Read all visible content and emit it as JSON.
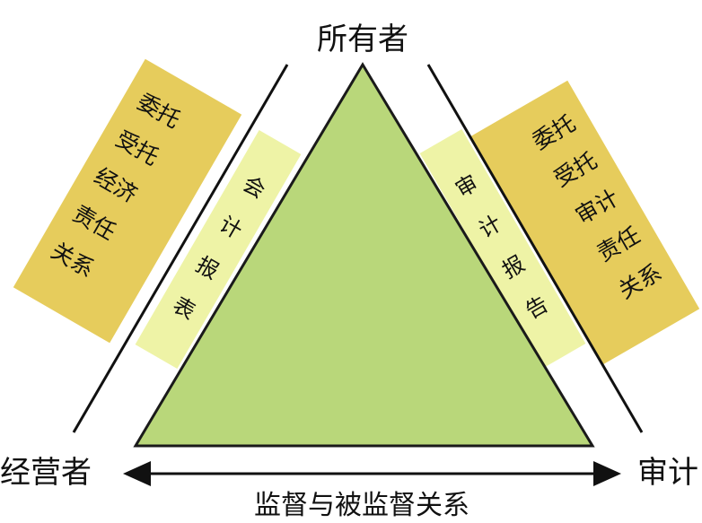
{
  "nodes": {
    "top": "所有者",
    "left": "经营者",
    "right": "审计"
  },
  "left_outer_box": [
    "委托",
    "受托",
    "经济",
    "责任",
    "关系"
  ],
  "left_inner_box": [
    "会",
    "计",
    "报",
    "表"
  ],
  "right_inner_box": [
    "审",
    "计",
    "报",
    "告"
  ],
  "right_outer_box": [
    "委托",
    "受托",
    "审计",
    "责任",
    "关系"
  ],
  "bottom_relation": "监督与被监督关系",
  "colors": {
    "triangle_fill": "#b9d77a",
    "triangle_stroke": "#1a1a1a",
    "outer_box": "#e6cc5c",
    "inner_box": "#eef3a6"
  }
}
